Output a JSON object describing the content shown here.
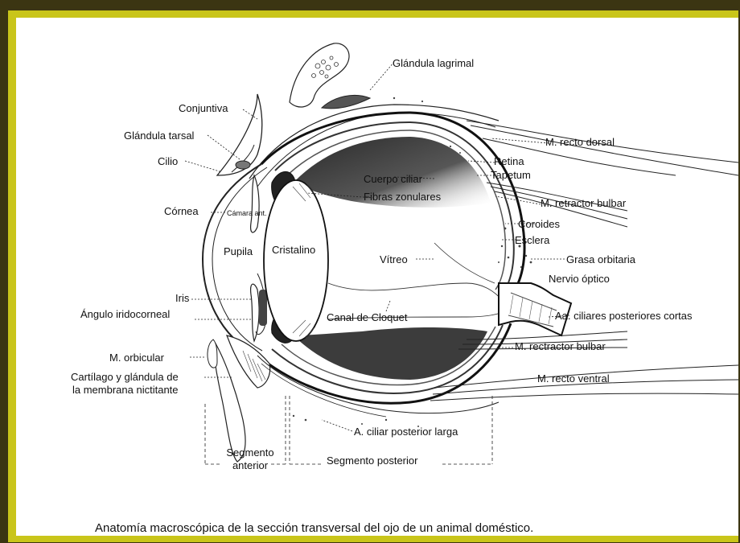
{
  "labels": {
    "glandula_lagrimal": "Glándula lagrimal",
    "conjuntiva": "Conjuntiva",
    "glandula_tarsal": "Glándula tarsal",
    "cilio": "Cilio",
    "cornea": "Córnea",
    "camara_ant": "Cámara ant.",
    "pupila": "Pupila",
    "cristalino": "Cristalino",
    "iris": "Iris",
    "angulo_iridocorneal": "Ángulo iridocorneal",
    "m_orbicular": "M. orbicular",
    "cartilago_1": "Cartílago y glándula de",
    "cartilago_2": "la membrana nictitante",
    "segmento_anterior_1": "Segmento",
    "segmento_anterior_2": "anterior",
    "segmento_posterior": "Segmento posterior",
    "cuerpo_ciliar": "Cuerpo ciliar",
    "fibras_zonulares": "Fibras zonulares",
    "vitreo": "Vítreo",
    "canal_cloquet": "Canal de Cloquet",
    "m_recto_dorsal": "M. recto dorsal",
    "retina": "Retina",
    "tapetum": "Tapetum",
    "m_retractor_bulbar": "M. retractor bulbar",
    "coroides": "Coroides",
    "esclera": "Esclera",
    "grasa_orbitaria": "Grasa orbitaria",
    "nervio_optico": "Nervio óptico",
    "aa_ciliares": "Aa. ciliares posteriores cortas",
    "m_rectractor_bulbar": "M. rectractor bulbar",
    "m_recto_ventral": "M. recto ventral",
    "a_ciliar_larga": "A. ciliar posterior larga"
  },
  "caption": "Anatomía macroscópica de la sección transversal del ojo de un animal doméstico.",
  "colors": {
    "frame": "#3b3512",
    "border_yellow": "#c9c51a",
    "paper": "#ffffff",
    "ink": "#111111"
  }
}
